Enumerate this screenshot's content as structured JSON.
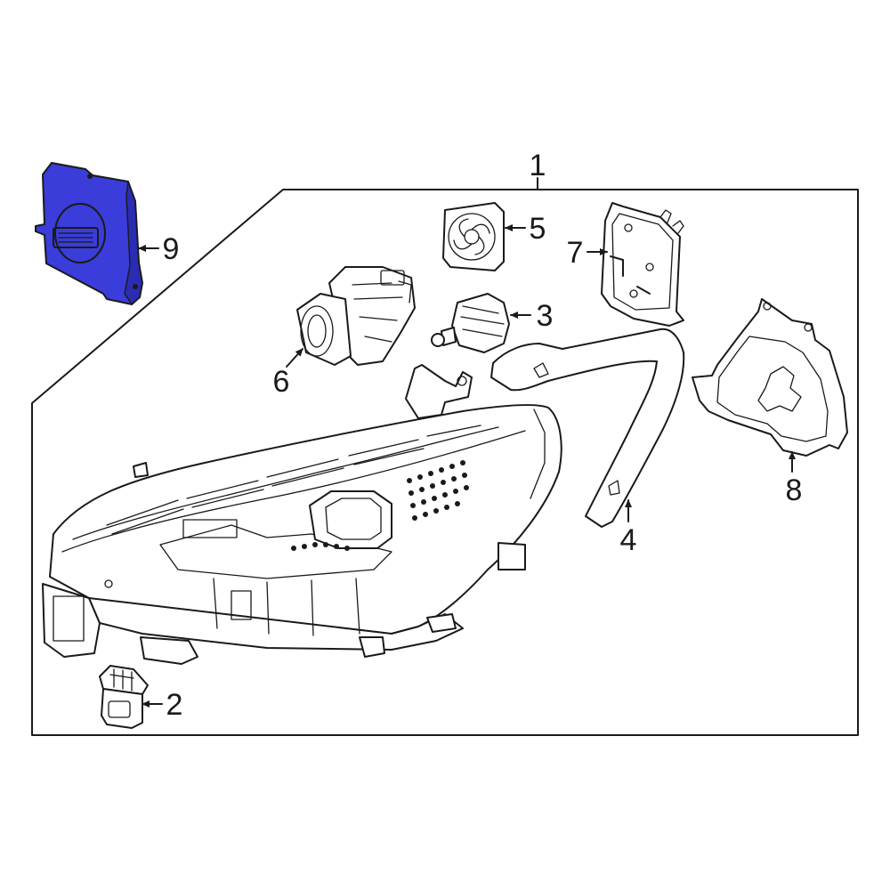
{
  "colors": {
    "highlight": "#3a3dd9",
    "highlight_dark": "#1f2199",
    "ink": "#1a1a1a"
  },
  "callouts": [
    {
      "id": "1",
      "label": "1",
      "part": "headlamp-assembly"
    },
    {
      "id": "2",
      "label": "2",
      "part": "connector-clip"
    },
    {
      "id": "3",
      "label": "3",
      "part": "bulb"
    },
    {
      "id": "4",
      "label": "4",
      "part": "trim-strip"
    },
    {
      "id": "5",
      "label": "5",
      "part": "cooling-fan"
    },
    {
      "id": "6",
      "label": "6",
      "part": "projector-module"
    },
    {
      "id": "7",
      "label": "7",
      "part": "led-driver-board"
    },
    {
      "id": "8",
      "label": "8",
      "part": "rear-cover"
    },
    {
      "id": "9",
      "label": "9",
      "part": "control-module"
    }
  ]
}
